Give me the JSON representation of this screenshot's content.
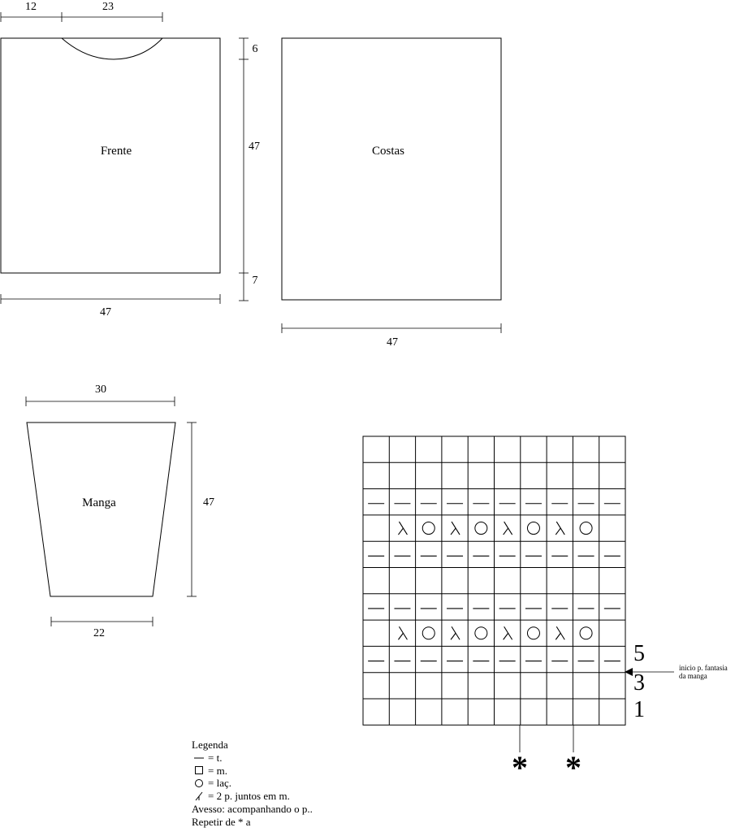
{
  "frente": {
    "label": "Frente",
    "dim_shoulder": "12",
    "dim_neck": "23",
    "dim_width": "47",
    "dim_neck_depth": "6",
    "dim_body": "47",
    "dim_rib": "7"
  },
  "costas": {
    "label": "Costas",
    "dim_width": "47"
  },
  "manga": {
    "label": "Manga",
    "dim_top": "30",
    "dim_bottom": "22",
    "dim_length": "47"
  },
  "chart": {
    "cols": 10,
    "rows": 11,
    "row_labels": [
      "5",
      "3",
      "1"
    ],
    "annotation_line1": "inicio p. fantasia",
    "annotation_line2": "da manga",
    "repeat_marks": [
      "*",
      "*"
    ],
    "grid_rows": [
      [
        "m",
        "m",
        "m",
        "m",
        "m",
        "m",
        "m",
        "m",
        "m",
        "m"
      ],
      [
        "m",
        "m",
        "m",
        "m",
        "m",
        "m",
        "m",
        "m",
        "m",
        "m"
      ],
      [
        "t",
        "t",
        "t",
        "t",
        "t",
        "t",
        "t",
        "t",
        "t",
        "t"
      ],
      [
        "m",
        "k2",
        "o",
        "k2",
        "o",
        "k2",
        "o",
        "k2",
        "o",
        "m"
      ],
      [
        "t",
        "t",
        "t",
        "t",
        "t",
        "t",
        "t",
        "t",
        "t",
        "t"
      ],
      [
        "m",
        "m",
        "m",
        "m",
        "m",
        "m",
        "m",
        "m",
        "m",
        "m"
      ],
      [
        "t",
        "t",
        "t",
        "t",
        "t",
        "t",
        "t",
        "t",
        "t",
        "t"
      ],
      [
        "m",
        "k2",
        "o",
        "k2",
        "o",
        "k2",
        "o",
        "k2",
        "o",
        "m"
      ],
      [
        "t",
        "t",
        "t",
        "t",
        "t",
        "t",
        "t",
        "t",
        "t",
        "t"
      ],
      [
        "m",
        "m",
        "m",
        "m",
        "m",
        "m",
        "m",
        "m",
        "m",
        "m"
      ],
      [
        "m",
        "m",
        "m",
        "m",
        "m",
        "m",
        "m",
        "m",
        "m",
        "m"
      ]
    ]
  },
  "legend": {
    "title": "Legenda",
    "items": [
      {
        "icon": "dash-icon",
        "text": "= t."
      },
      {
        "icon": "square-icon",
        "text": "= m."
      },
      {
        "icon": "circle-icon",
        "text": "= laç."
      },
      {
        "icon": "k2tog-icon",
        "text": "= 2 p. juntos em m."
      }
    ],
    "note1": "Avesso: acompanhando o p..",
    "note2": "Repetir de * a"
  }
}
